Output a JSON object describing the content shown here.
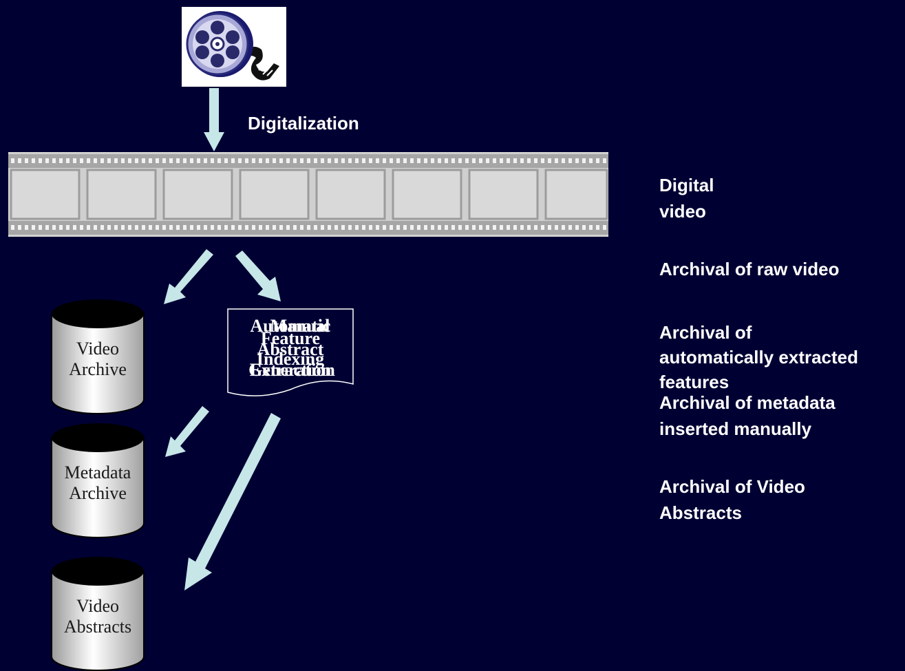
{
  "colors": {
    "background": "#000033",
    "arrow_fill": "#c6e6e8",
    "film_strip": "#cfcfcf",
    "text": "#ffffff"
  },
  "icons": {
    "film_reel": "film-reel-icon"
  },
  "process": {
    "digitalization": "Digitalization"
  },
  "stores": {
    "video_archive": {
      "line1": "Video",
      "line2": "Archive"
    },
    "metadata_archive": {
      "line1": "Metadata",
      "line2": "Archive"
    },
    "video_abstracts": {
      "line1": "Video",
      "line2": "Abstracts"
    }
  },
  "processing_doc": {
    "lines": [
      "Automatic",
      "Manual",
      "Feature",
      "Abstract",
      "Indexing",
      "Extraction",
      "Generation"
    ]
  },
  "annotations": {
    "digital_video_1": "Digital",
    "digital_video_2": "video",
    "raw_video": "Archival of raw video",
    "features_1": "Archival of",
    "features_2": "automatically extracted",
    "features_3": "features",
    "metadata_1": "Archival of metadata",
    "metadata_2": "inserted manually",
    "abstracts_1": "Archival of Video",
    "abstracts_2": "Abstracts"
  }
}
